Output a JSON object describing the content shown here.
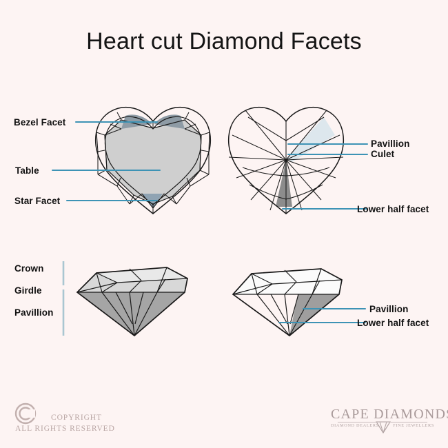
{
  "page": {
    "title": "Heart cut Diamond Facets",
    "background_color": "#fdf4f3",
    "leader_line_color": "#3d93b5",
    "outline_color": "#1a1a1a",
    "title_color": "#141414"
  },
  "diagrams": [
    {
      "id": "heart-crown-view",
      "name": "Heart cut crown view",
      "position": "top-left",
      "labels": [
        "Bezel Facet",
        "Table",
        "Star Facet"
      ],
      "highlights": [
        {
          "name": "table",
          "color": "#cfcfcf"
        },
        {
          "name": "bezel-facet",
          "color": "#9aa6ae"
        },
        {
          "name": "star-facet",
          "color": "#8fa3b3"
        }
      ]
    },
    {
      "id": "heart-pavilion-view",
      "name": "Heart cut pavilion view",
      "position": "top-right",
      "labels": [
        "Pavillion",
        "Culet",
        "Lower half facet"
      ],
      "highlights": [
        {
          "name": "pavillion-facet",
          "color": "#dce6ec"
        },
        {
          "name": "lower-half-facet",
          "color": "#8a8a8a"
        }
      ]
    },
    {
      "id": "diamond-profile-shaded",
      "name": "Diamond profile shaded",
      "position": "bottom-left",
      "labels": [
        "Crown",
        "Girdle",
        "Pavillion"
      ],
      "highlights": [
        {
          "name": "crown",
          "color": "#d6d6d6"
        },
        {
          "name": "pavillion",
          "color": "#a0a0a0"
        }
      ]
    },
    {
      "id": "diamond-profile-outline",
      "name": "Diamond profile outline",
      "position": "bottom-right",
      "labels": [
        "Pavillion",
        "Lower half facet"
      ],
      "highlights": [
        {
          "name": "pavillion-facet",
          "color": "#8e8e8e"
        }
      ]
    }
  ],
  "callouts": {
    "bezel_facet": "Bezel Facet",
    "table": "Table",
    "star_facet": "Star Facet",
    "pavillion": "Pavillion",
    "culet": "Culet",
    "lower_half_facet": "Lower half facet",
    "crown": "Crown",
    "girdle": "Girdle",
    "pavillion_profile": "Pavillion",
    "pavillion_br": "Pavillion",
    "lower_half_facet_br": "Lower half facet"
  },
  "footer": {
    "copyright_line1": "COPYRIGHT",
    "copyright_line2": "ALL RIGHTS RESERVED",
    "copyright_icon": "copyright-ring-icon",
    "brand_name": "CAPE DIAMONDS",
    "brand_sub_left": "DIAMOND DEALERS",
    "brand_sub_right": "FINE JEWELLERS",
    "brand_icon": "diamond-icon",
    "text_color": "#b9a6a4"
  }
}
